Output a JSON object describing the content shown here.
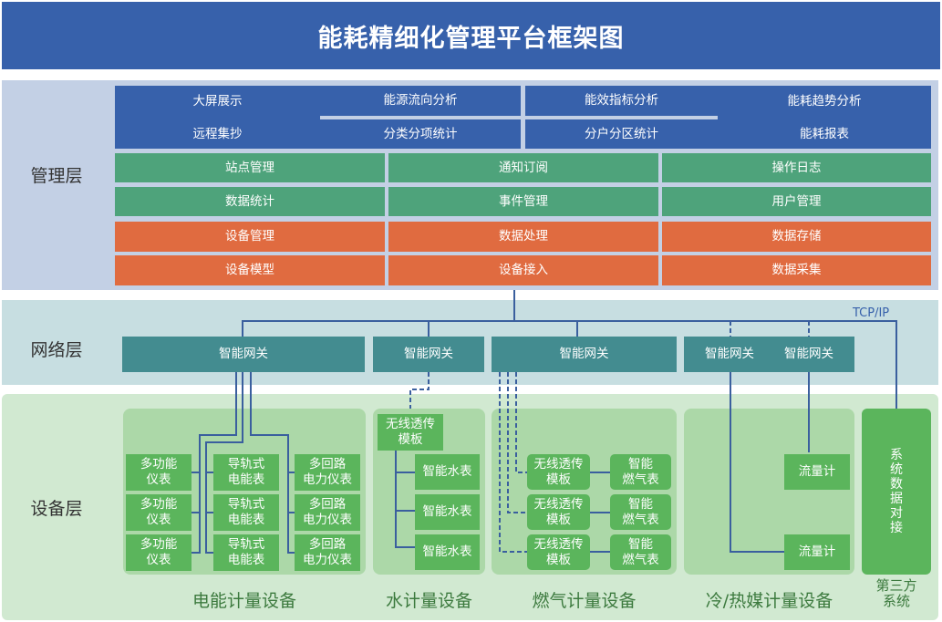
{
  "title": "能耗精细化管理平台框架图",
  "layers": {
    "management": "管理层",
    "network": "网络层",
    "device": "设备层"
  },
  "management": {
    "blue_block": {
      "top_row": [
        "大屏展示",
        "能源流向分析",
        "能效指标分析",
        "能耗趋势分析"
      ],
      "bottom_row": [
        "远程集抄",
        "分类分项统计",
        "分户分区统计",
        "能耗报表"
      ]
    },
    "green_rows": [
      [
        "站点管理",
        "通知订阅",
        "操作日志"
      ],
      [
        "数据统计",
        "事件管理",
        "用户管理"
      ]
    ],
    "orange_rows": [
      [
        "设备管理",
        "数据处理",
        "数据存储"
      ],
      [
        "设备模型",
        "设备接入",
        "数据采集"
      ]
    ],
    "colors": {
      "blue": "#3761ab",
      "green": "#4ea37b",
      "orange": "#e06b40"
    }
  },
  "network": {
    "protocol_label": "TCP/IP",
    "gateways": [
      "智能网关",
      "智能网关",
      "智能网关",
      "智能网关",
      "智能网关"
    ],
    "color": "#438c90"
  },
  "devices": {
    "electric": {
      "label": "电能计量设备",
      "col1": [
        "多功能\n仪表",
        "多功能\n仪表",
        "多功能\n仪表"
      ],
      "col2": [
        "导轨式\n电能表",
        "导轨式\n电能表",
        "导轨式\n电能表"
      ],
      "col3": [
        "多回路\n电力仪表",
        "多回路\n电力仪表",
        "多回路\n电力仪表"
      ]
    },
    "water": {
      "label": "水计量设备",
      "module": "无线透传\n模板",
      "meters": [
        "智能水表",
        "智能水表",
        "智能水表"
      ]
    },
    "gas": {
      "label": "燃气计量设备",
      "modules": [
        "无线透传\n模板",
        "无线透传\n模板",
        "无线透传\n模板"
      ],
      "meters": [
        "智能\n燃气表",
        "智能\n燃气表",
        "智能\n燃气表"
      ]
    },
    "heat": {
      "label": "冷/热媒计量设备",
      "meters": [
        "流量计",
        "流量计"
      ]
    },
    "third_party": {
      "label": "第三方\n系统",
      "box": "系\n统\n数\n据\n对\n接"
    },
    "colors": {
      "device": "#5bb55c",
      "panel": "#acd8a8",
      "line": "#3a5f9e"
    }
  }
}
